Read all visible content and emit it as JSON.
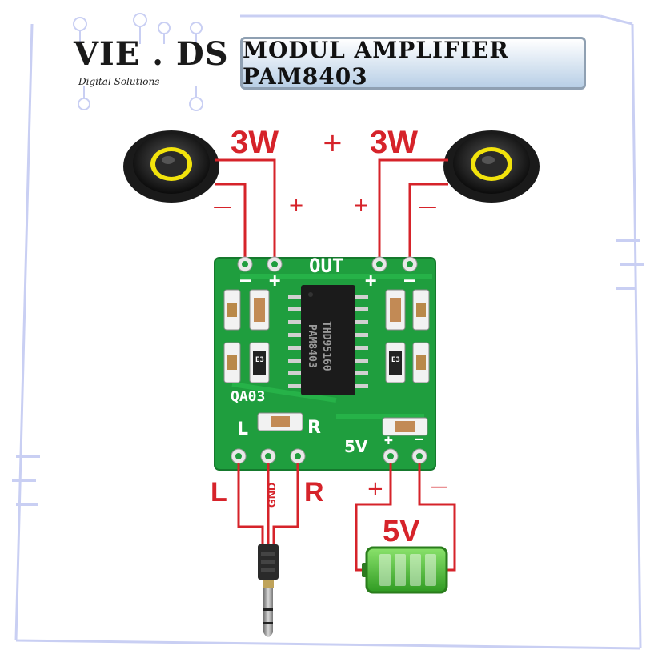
{
  "header": {
    "title": "MODUL AMPLIFIER PAM8403",
    "logo_text": "VIE . DS",
    "logo_subtitle": "Digital Solutions"
  },
  "speakers": {
    "left_power": "3W",
    "right_power": "3W",
    "center_plus": "+",
    "left_minus": "—",
    "left_plus": "+",
    "right_plus": "+",
    "right_minus": "—"
  },
  "board": {
    "out_label": "OUT",
    "chip_line1": "PAM8403",
    "chip_line2": "THD95160",
    "board_code": "QA03",
    "l_pin": "L",
    "r_pin": "R",
    "power_pin": "5V",
    "pin_minus_left": "–",
    "pin_plus_left": "+",
    "pin_plus_right": "+",
    "pin_minus_right": "–",
    "pwr_plus": "+",
    "pwr_minus": "–",
    "cap_code": "E3"
  },
  "inputs": {
    "left": "L",
    "ground": "GND",
    "right": "R"
  },
  "power": {
    "voltage": "5V",
    "plus": "+",
    "minus": "—"
  },
  "colors": {
    "wire": "#d6232a",
    "pcb": "#1f9e3e",
    "chip": "#1b1b1b",
    "battery": "#55c23a",
    "frame": "#c7cdf2"
  }
}
